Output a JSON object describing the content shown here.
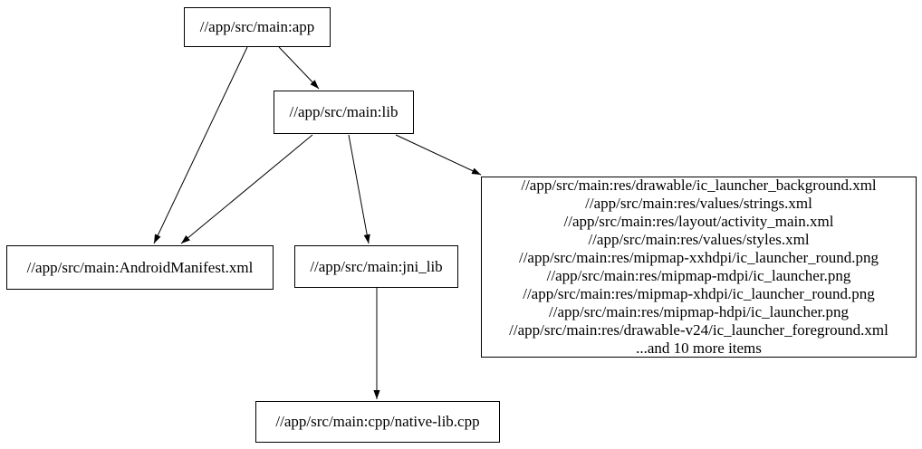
{
  "diagram": {
    "type": "dependency-graph",
    "background_color": "#ffffff",
    "node_border_color": "#000000",
    "edge_color": "#000000",
    "nodes": {
      "app": {
        "label": "//app/src/main:app"
      },
      "lib": {
        "label": "//app/src/main:lib"
      },
      "manifest": {
        "label": "//app/src/main:AndroidManifest.xml"
      },
      "jni_lib": {
        "label": "//app/src/main:jni_lib"
      },
      "res_group": {
        "lines": [
          "//app/src/main:res/drawable/ic_launcher_background.xml",
          "//app/src/main:res/values/strings.xml",
          "//app/src/main:res/layout/activity_main.xml",
          "//app/src/main:res/values/styles.xml",
          "//app/src/main:res/mipmap-xxhdpi/ic_launcher_round.png",
          "//app/src/main:res/mipmap-mdpi/ic_launcher.png",
          "//app/src/main:res/mipmap-xhdpi/ic_launcher_round.png",
          "//app/src/main:res/mipmap-hdpi/ic_launcher.png",
          "//app/src/main:res/drawable-v24/ic_launcher_foreground.xml",
          "...and 10 more items"
        ]
      },
      "native_lib": {
        "label": "//app/src/main:cpp/native-lib.cpp"
      }
    },
    "edges": [
      {
        "from": "app",
        "to": "lib"
      },
      {
        "from": "app",
        "to": "manifest"
      },
      {
        "from": "lib",
        "to": "manifest"
      },
      {
        "from": "lib",
        "to": "jni_lib"
      },
      {
        "from": "lib",
        "to": "res_group"
      },
      {
        "from": "jni_lib",
        "to": "native_lib"
      }
    ]
  }
}
